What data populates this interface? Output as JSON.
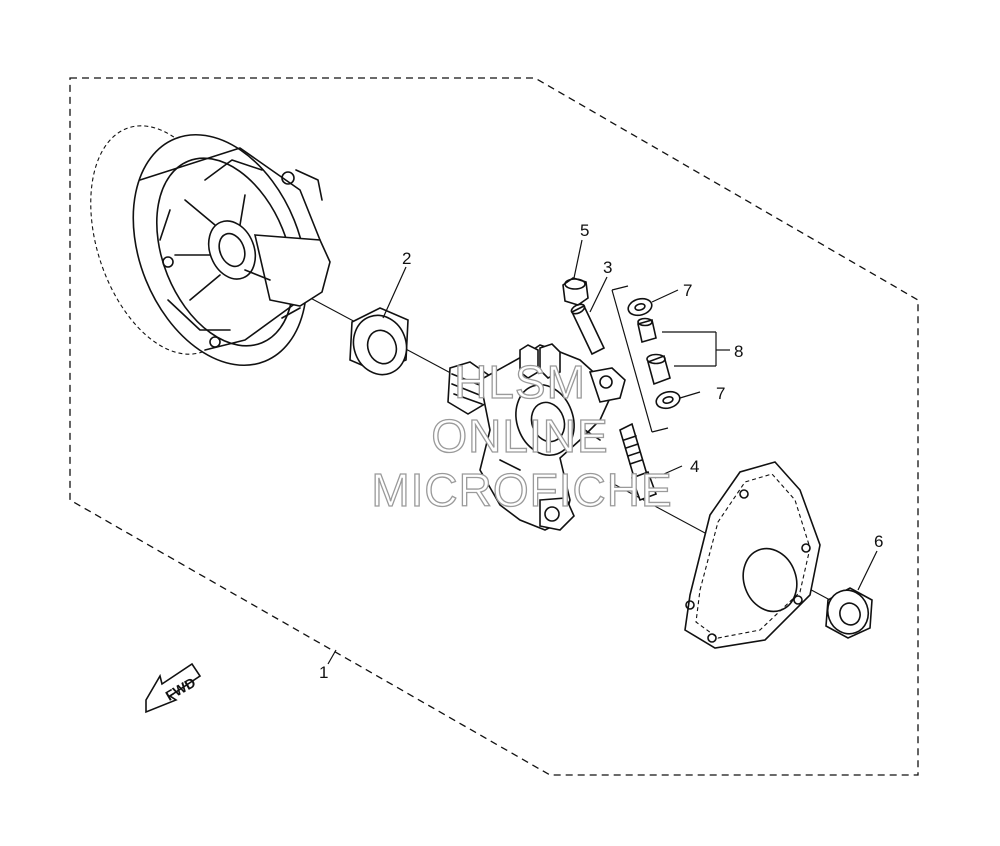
{
  "diagram": {
    "callouts": [
      {
        "id": "1",
        "label": "1"
      },
      {
        "id": "2",
        "label": "2"
      },
      {
        "id": "3",
        "label": "3"
      },
      {
        "id": "4",
        "label": "4"
      },
      {
        "id": "5",
        "label": "5"
      },
      {
        "id": "6",
        "label": "6"
      },
      {
        "id": "7a",
        "label": "7"
      },
      {
        "id": "7b",
        "label": "7"
      },
      {
        "id": "8",
        "label": "8"
      }
    ],
    "direction_arrow": {
      "label": "FWD"
    },
    "watermark": {
      "lines": [
        "HLSM",
        "ONLINE",
        "MICROFICHE"
      ]
    }
  },
  "colors": {
    "line": "#111111",
    "watermark_outline": "#9a9a9a",
    "background": "#ffffff"
  }
}
